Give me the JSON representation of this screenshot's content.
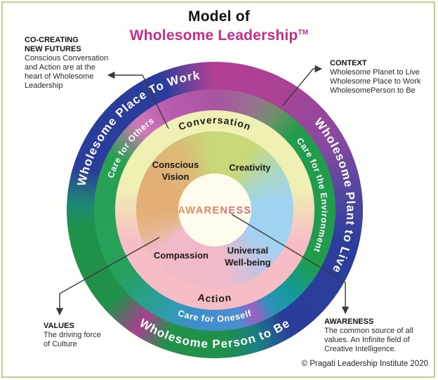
{
  "title": {
    "line1": "Model of",
    "line2": "Wholesome Leadership",
    "trademark": "TM"
  },
  "outer_ring": {
    "top_left": "Wholesome Place To Work",
    "right": "Wholesome Plant to Live",
    "bottom": "Wholesome Person to Be"
  },
  "care_ring": {
    "top_left": "Care for Others",
    "right": "Care for the Environment",
    "bottom": "Care for Oneself"
  },
  "process_ring": {
    "top": "Conversation",
    "bottom": "Action"
  },
  "qualities": {
    "top_left": {
      "line1": "Conscious",
      "line2": "Vision"
    },
    "top_right": "Creativity",
    "bottom_left": "Compassion",
    "bottom_right": {
      "line1": "Universal",
      "line2": "Well-being"
    }
  },
  "center": {
    "label": "AWARENESS"
  },
  "annotations": {
    "co_creating": {
      "title1": "CO-CREATING",
      "title2": "NEW FUTURES",
      "lines": [
        "Conscious Conversation",
        "and Action are at the",
        "heart of Wholesome",
        "Leadership"
      ]
    },
    "context": {
      "title": "CONTEXT",
      "lines": [
        "Wholesome Planet to Live",
        "Wholesome Place to Work",
        "WholesomePerson to Be"
      ]
    },
    "values": {
      "title": "VALUES",
      "lines": [
        "The driving force",
        "of Culture"
      ]
    },
    "awareness": {
      "title": "AWARENESS",
      "lines": [
        "The common source of all",
        "values. An Infinite field of",
        "Creative Intelligence."
      ]
    }
  },
  "footer": {
    "copyright": "© Pragati Leadership Institute 2020"
  },
  "colors": {
    "title_magenta": "#c52d8c",
    "awareness_text_start": "#ee9a5c",
    "awareness_text_end": "#d86178",
    "outer_magenta": "#b23f92",
    "outer_blue": "#2c3e9c",
    "outer_green": "#1f9148",
    "care_green": "#219c4c",
    "care_teal": "#14999c",
    "care_blue": "#3f8ecb",
    "process_yellow": "#eff1b4",
    "process_pink": "#f7bdc7",
    "leader_line": "#3a3a3a",
    "frame_border": "#c3cd8c"
  }
}
